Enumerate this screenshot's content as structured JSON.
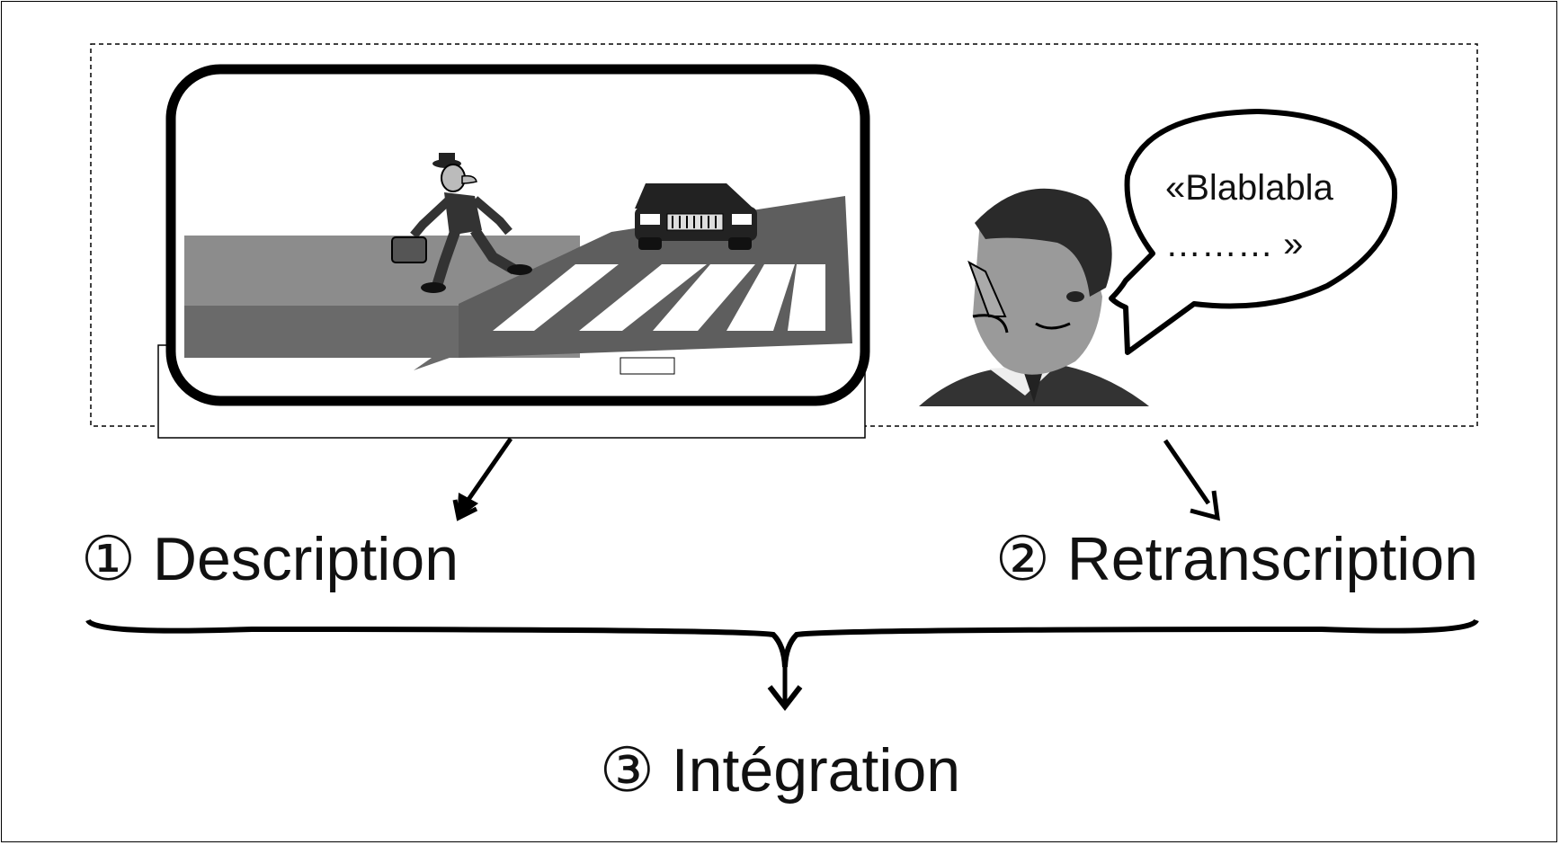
{
  "steps": [
    {
      "marker": "①",
      "label": "Description"
    },
    {
      "marker": "②",
      "label": "Retranscription"
    },
    {
      "marker": "③",
      "label": "Intégration"
    }
  ],
  "speech_bubble": {
    "line1": "«Blablabla",
    "line2": "……… »"
  },
  "icons": [
    "pedestrian-crossing-scene",
    "talking-person-icon",
    "speech-bubble",
    "curly-brace",
    "arrow"
  ],
  "colors": {
    "ink": "#111111",
    "road": "#555555",
    "sidewalk": "#888888"
  }
}
